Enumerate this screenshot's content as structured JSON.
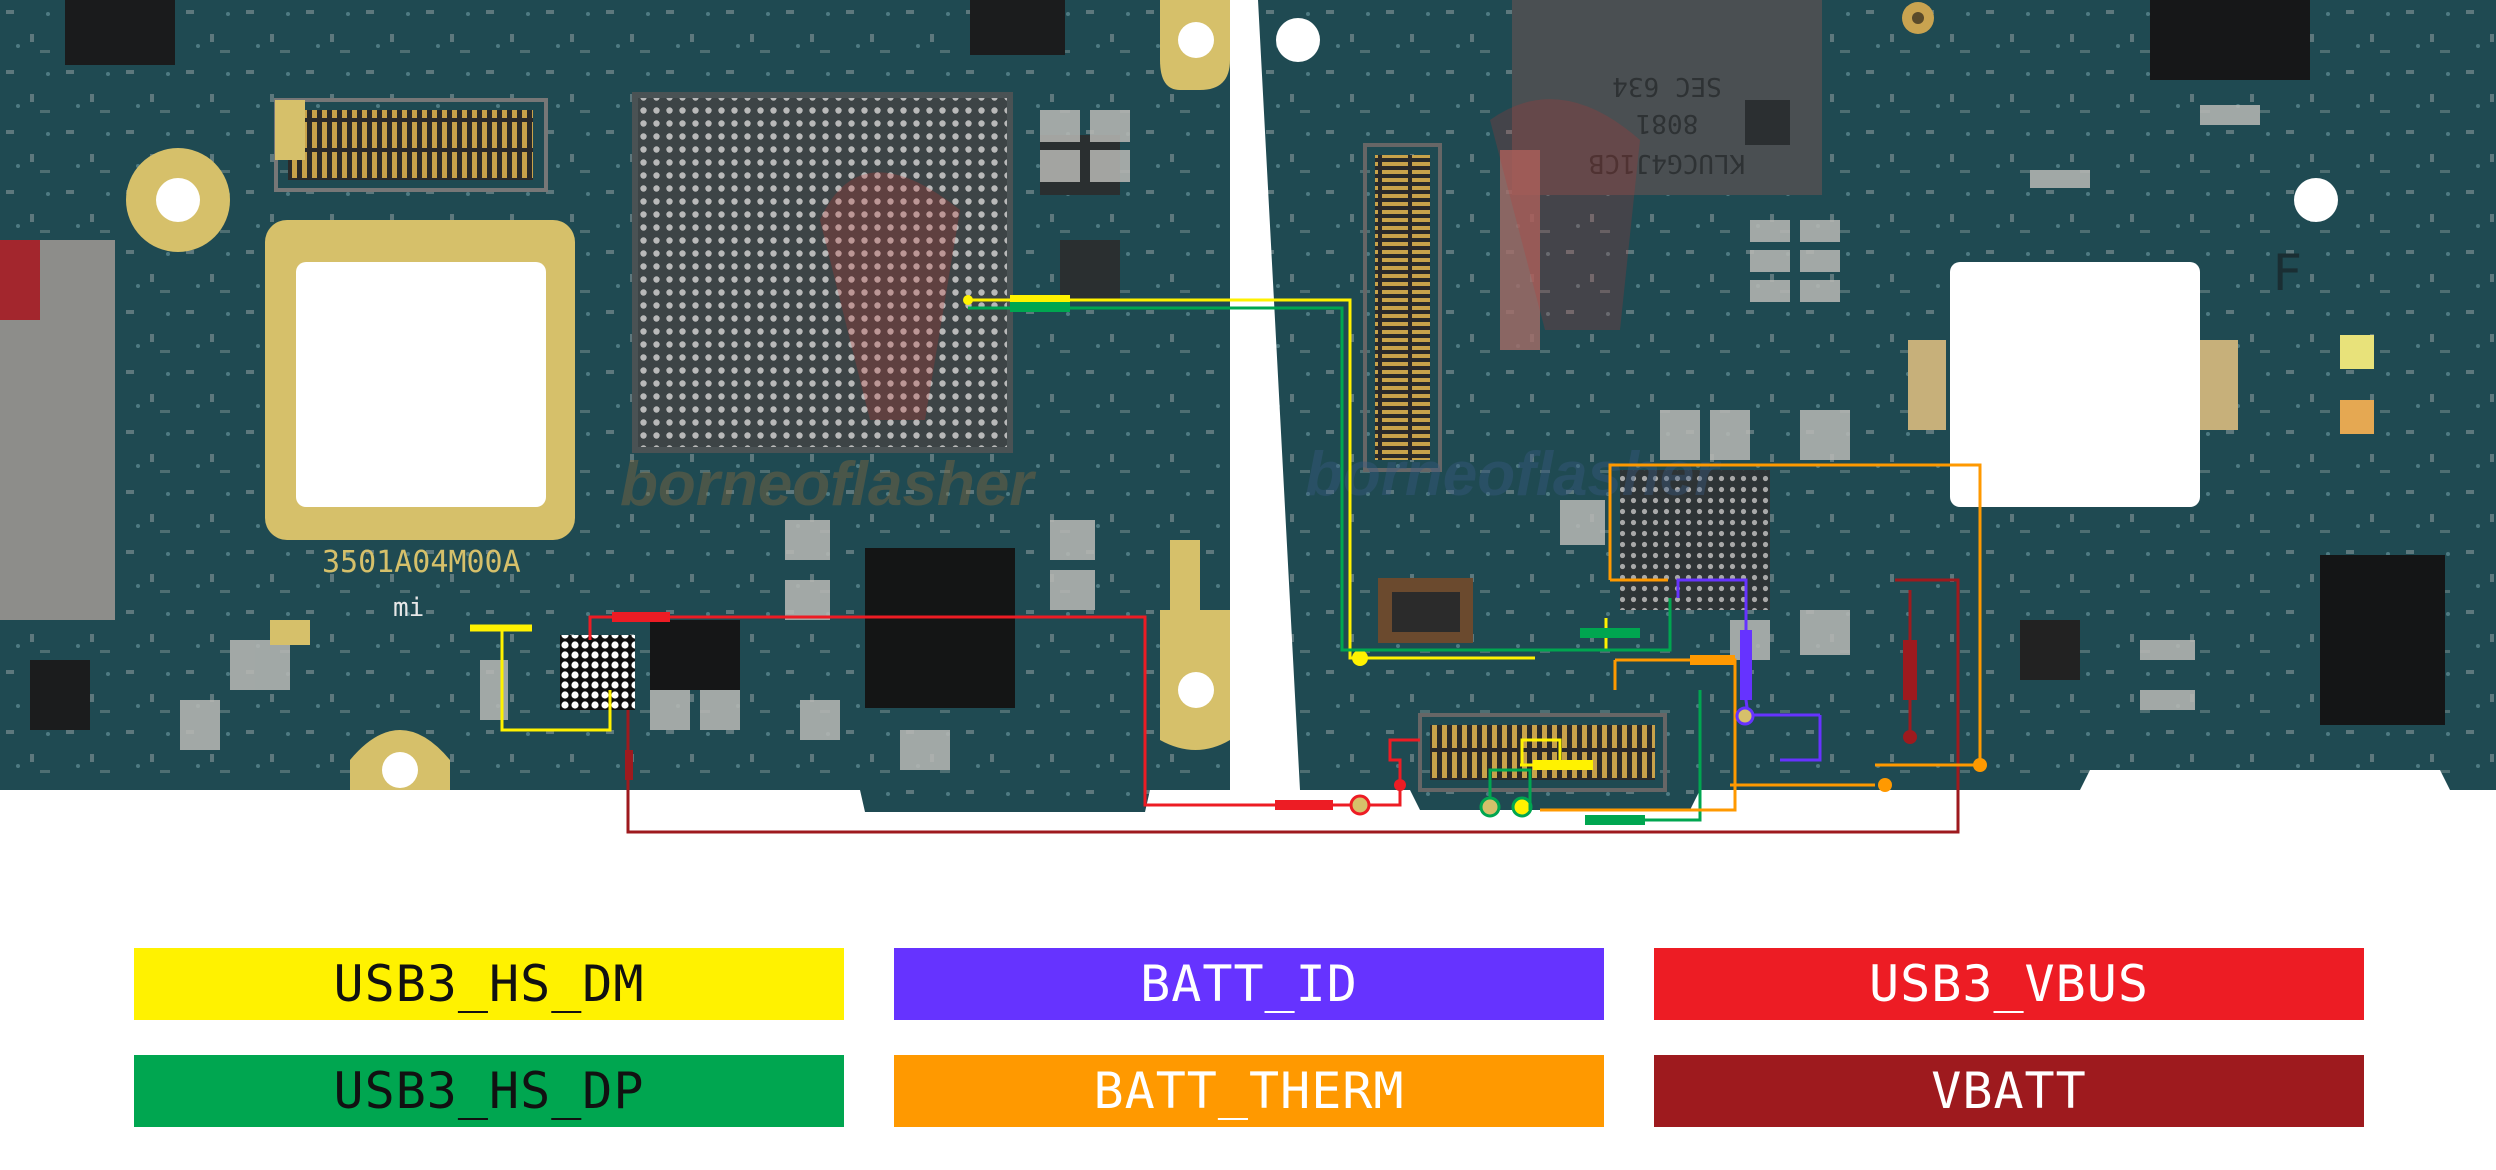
{
  "board": {
    "pcb_marking": "3501A04M00A",
    "pcb_logo": "mi",
    "chip_marking_lines": [
      "KLUCG4J1CB",
      "8081",
      "SEC 634"
    ],
    "watermark": "borneoflasher",
    "corner_letter": "F"
  },
  "legend": [
    {
      "label": "USB3_HS_DM",
      "color": "#FFF200",
      "text_color": "#111111"
    },
    {
      "label": "BATT_ID",
      "color": "#6633FF",
      "text_color": "#FFFFFF"
    },
    {
      "label": "USB3_VBUS",
      "color": "#ED1C24",
      "text_color": "#FFFFFF"
    },
    {
      "label": "USB3_HS_DP",
      "color": "#00A650",
      "text_color": "#111111"
    },
    {
      "label": "BATT_THERM",
      "color": "#FF9900",
      "text_color": "#FFFFFF"
    },
    {
      "label": "VBATT",
      "color": "#9E1A1E",
      "text_color": "#FFFFFF"
    }
  ]
}
